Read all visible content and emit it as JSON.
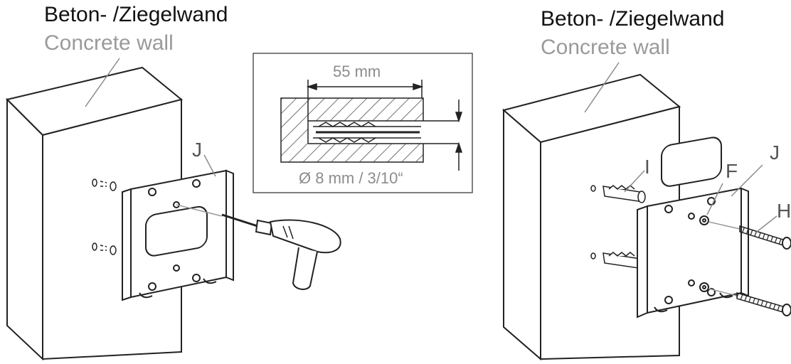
{
  "left_panel": {
    "wall_label_de": "Beton- /Ziegelwand",
    "wall_label_en": "Concrete wall",
    "bracket_label": "J"
  },
  "detail_panel": {
    "depth_label": "55 mm",
    "diameter_label": "Ø 8 mm / 3/10“"
  },
  "right_panel": {
    "wall_label_de": "Beton- /Ziegelwand",
    "wall_label_en": "Concrete wall",
    "anchor_label": "I",
    "washer_label": "F",
    "bracket_label": "J",
    "screw_label": "H"
  }
}
